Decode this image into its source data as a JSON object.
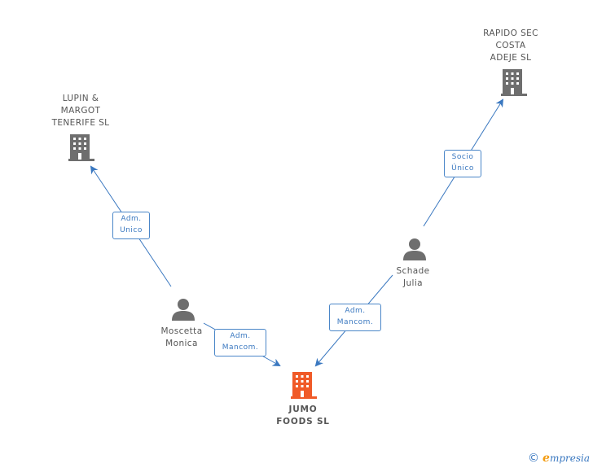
{
  "colors": {
    "edge": "#3a78c0",
    "company": "#6e6e6e",
    "company_main": "#f05a28",
    "person": "#6e6e6e"
  },
  "nodes": {
    "rapido": {
      "label": "RAPIDO SEC\nCOSTA\nADEJE SL",
      "icon": "building-icon"
    },
    "lupin": {
      "label": "LUPIN &\nMARGOT\nTENERIFE SL",
      "icon": "building-icon"
    },
    "schade": {
      "label": "Schade\nJulia",
      "icon": "person-icon"
    },
    "moscetta": {
      "label": "Moscetta\nMonica",
      "icon": "person-icon"
    },
    "jumo": {
      "label": "JUMO\nFOODS SL",
      "icon": "building-icon"
    }
  },
  "edges": {
    "socio_unico": "Socio\nÚnico",
    "adm_unico": "Adm.\nUnico",
    "adm_mancom_left": "Adm.\nMancom.",
    "adm_mancom_right": "Adm.\nMancom."
  },
  "footer": {
    "copyright": "©",
    "brand_initial": "e",
    "brand_rest": "mpresia"
  }
}
